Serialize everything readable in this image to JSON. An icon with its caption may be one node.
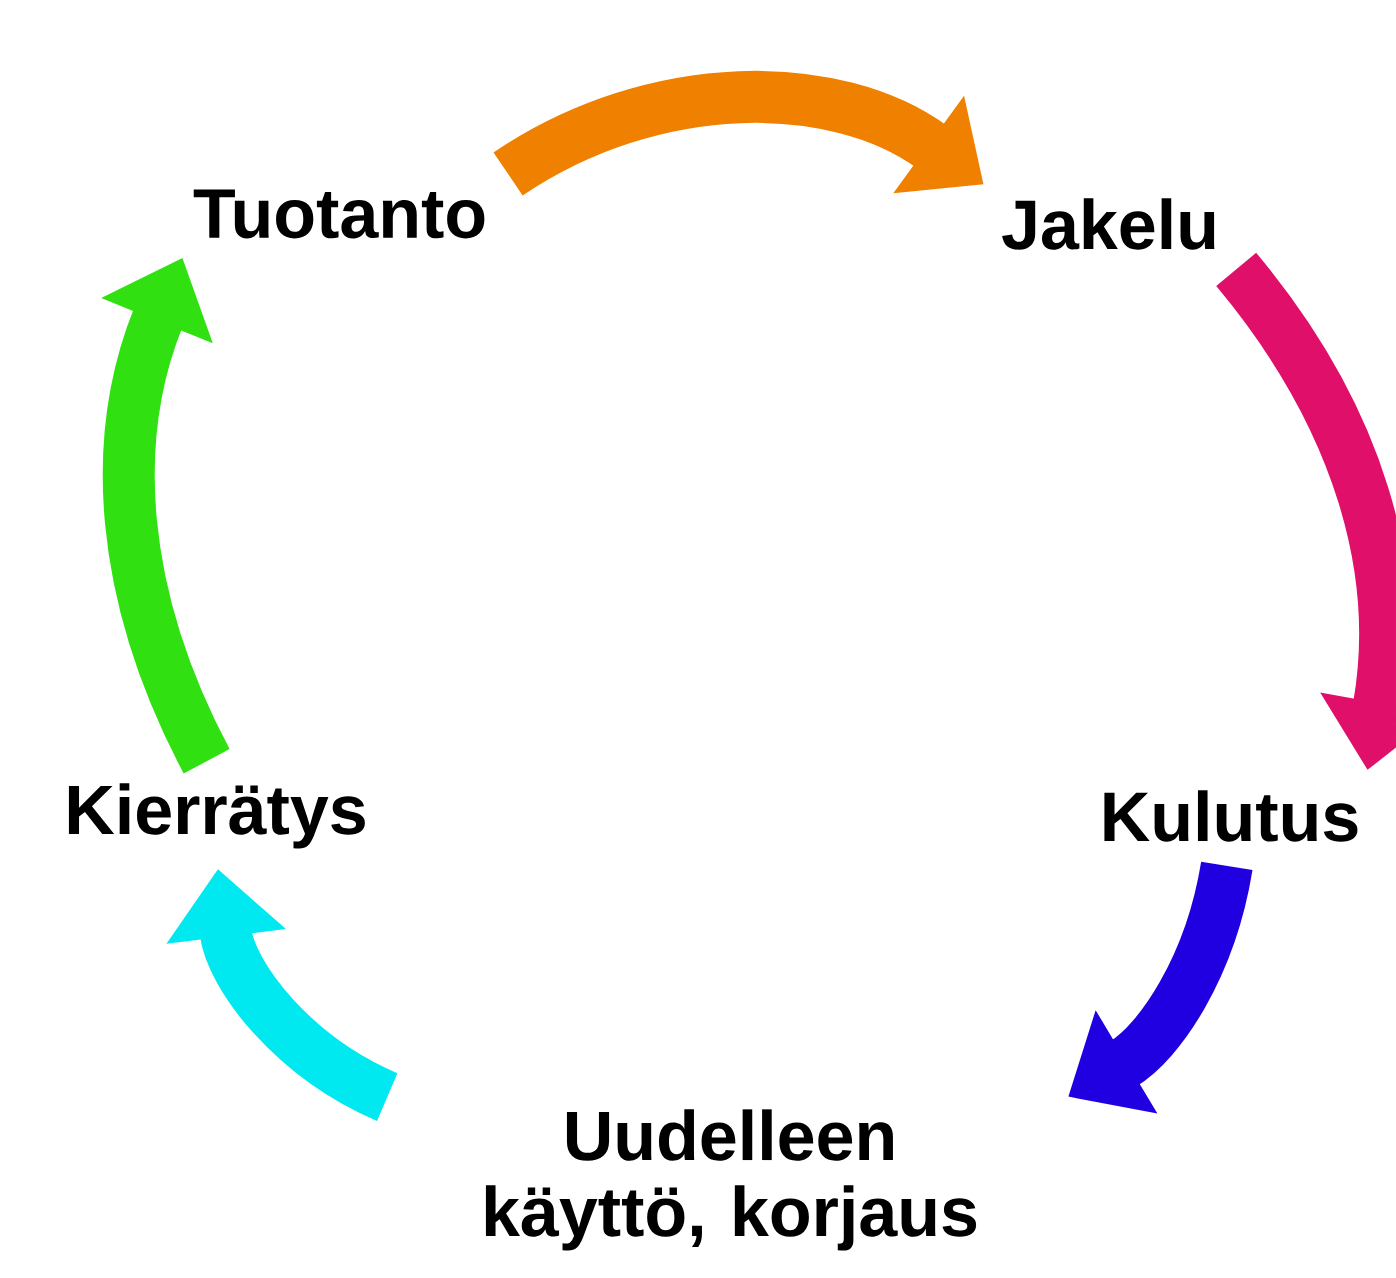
{
  "diagram": {
    "nodes": [
      {
        "text": [
          "Tuotanto"
        ]
      },
      {
        "text": [
          "Jakelu"
        ]
      },
      {
        "text": [
          "Kulutus"
        ]
      },
      {
        "text": [
          "Uudelleen käyttö, korjaus"
        ]
      },
      {
        "text": [
          "Kierrätys"
        ]
      }
    ],
    "edges": [
      {
        "from": 0,
        "to": 1,
        "arrow": "to",
        "color": "#f08000"
      },
      {
        "from": 1,
        "to": 2,
        "arrow": "to",
        "color": "#e0106a"
      },
      {
        "from": 2,
        "to": 3,
        "arrow": "to",
        "color": "#2000e0"
      },
      {
        "from": 3,
        "to": 4,
        "arrow": "to",
        "color": "#00e8f0"
      },
      {
        "from": 4,
        "to": 0,
        "arrow": "to",
        "color": "#30e010"
      }
    ]
  }
}
